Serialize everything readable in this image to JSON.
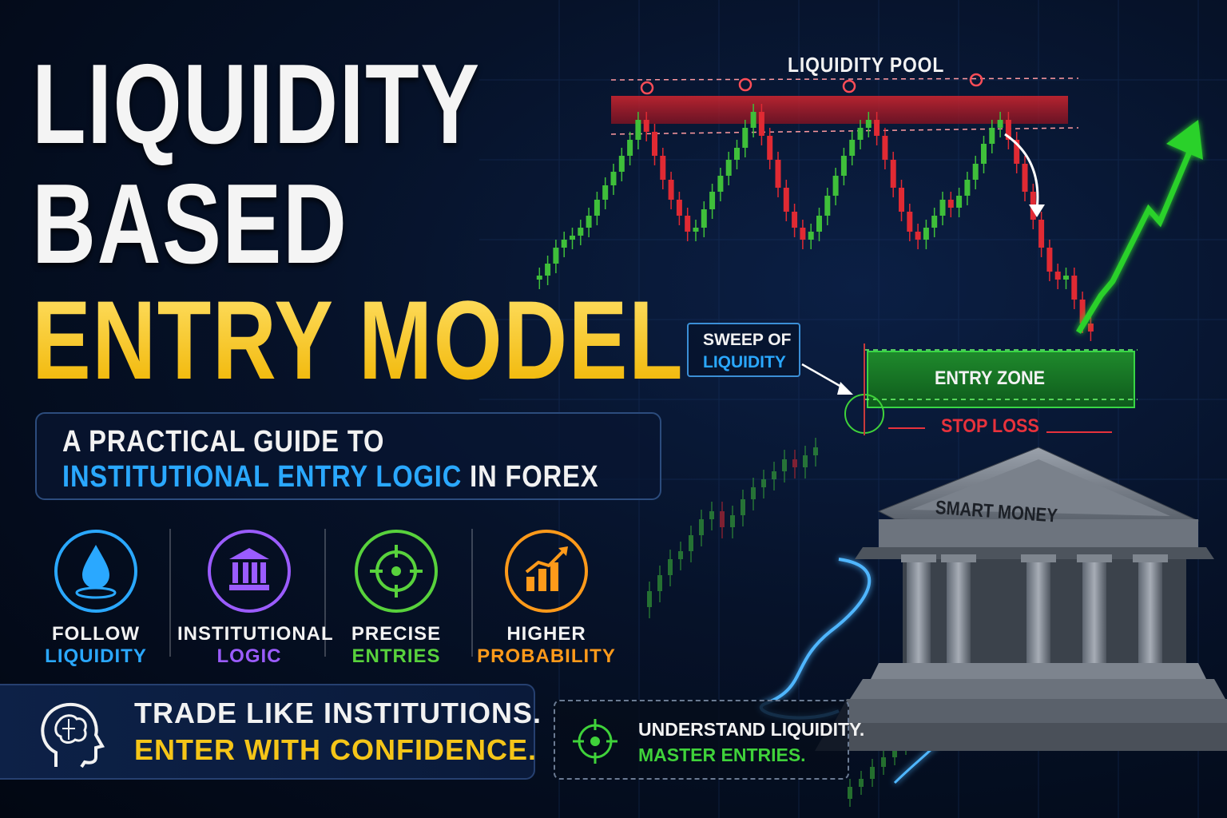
{
  "title": {
    "line1": "LIQUIDITY",
    "line2": "BASED",
    "line3": "ENTRY MODEL"
  },
  "subtitle": {
    "line1": "A PRACTICAL GUIDE TO",
    "line2_highlight": "INSTITUTIONAL ENTRY LOGIC",
    "line2_rest": " IN FOREX"
  },
  "features": [
    {
      "icon": "water-drop-icon",
      "line1": "FOLLOW",
      "line2": "LIQUIDITY",
      "color": "#2aa8ff"
    },
    {
      "icon": "institution-icon",
      "line1": "INSTITUTIONAL",
      "line2": "LOGIC",
      "color": "#9b5cff"
    },
    {
      "icon": "crosshair-icon",
      "line1": "PRECISE",
      "line2": "ENTRIES",
      "color": "#58d23c"
    },
    {
      "icon": "growth-chart-icon",
      "line1": "HIGHER",
      "line2": "PROBABILITY",
      "color": "#ff9a1a"
    }
  ],
  "banner": {
    "icon": "brain-head-icon",
    "line1": "TRADE LIKE INSTITUTIONS.",
    "line2": "ENTER WITH CONFIDENCE."
  },
  "tagline": {
    "icon": "crosshair-icon",
    "line1": "UNDERSTAND LIQUIDITY.",
    "line2": "MASTER ENTRIES."
  },
  "chart": {
    "liquidity_pool_label": "LIQUIDITY POOL",
    "sweep_label_line1": "SWEEP OF",
    "sweep_label_line2": "LIQUIDITY",
    "entry_zone_label": "ENTRY ZONE",
    "stop_loss_label": "STOP LOSS",
    "building_label": "SMART MONEY"
  },
  "colors": {
    "gold": "#f5c518",
    "blue": "#2aa8ff",
    "green": "#3fd23a",
    "red": "#e8323c",
    "purple": "#9b5cff",
    "orange": "#ff9a1a"
  }
}
